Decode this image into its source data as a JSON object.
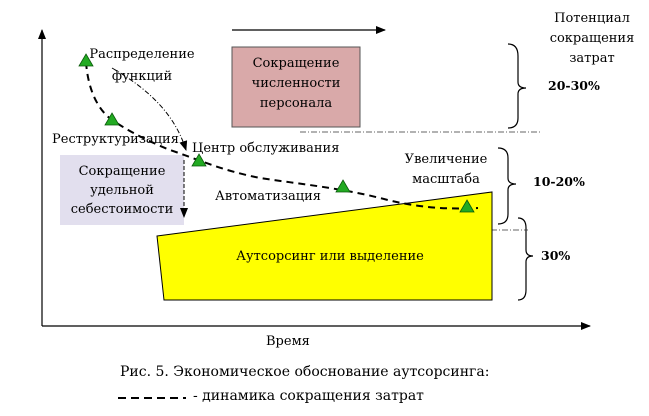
{
  "axes": {
    "y_label": "Время"
  },
  "potential_header": [
    "Потенциал",
    "сокращения",
    "затрат"
  ],
  "ranges": [
    "20-30%",
    "10-20%",
    "30%"
  ],
  "boxes": {
    "headcount": [
      "Сокращение",
      "численности",
      "персонала"
    ],
    "unit_cost": [
      "Сокращение",
      "удельной",
      "себестоимости"
    ],
    "outsourcing": "Аутсорсинг или выделение"
  },
  "points": {
    "distribution": [
      "Распределение",
      "функций"
    ],
    "restructuring": "Реструктуризация",
    "service_center": "Центр обслуживания",
    "automation": "Автоматизация",
    "scale": [
      "Увеличение",
      "масштаба"
    ]
  },
  "caption": {
    "title": "Рис. 5. Экономическое обоснование аутсорсинга:",
    "legend": "- динамика сокращения затрат"
  },
  "colors": {
    "headcount_fill": "#d9a9a9",
    "unit_cost_fill": "#e2dfee",
    "outsourcing_fill": "#ffff00",
    "marker_fill": "#22aa22"
  }
}
